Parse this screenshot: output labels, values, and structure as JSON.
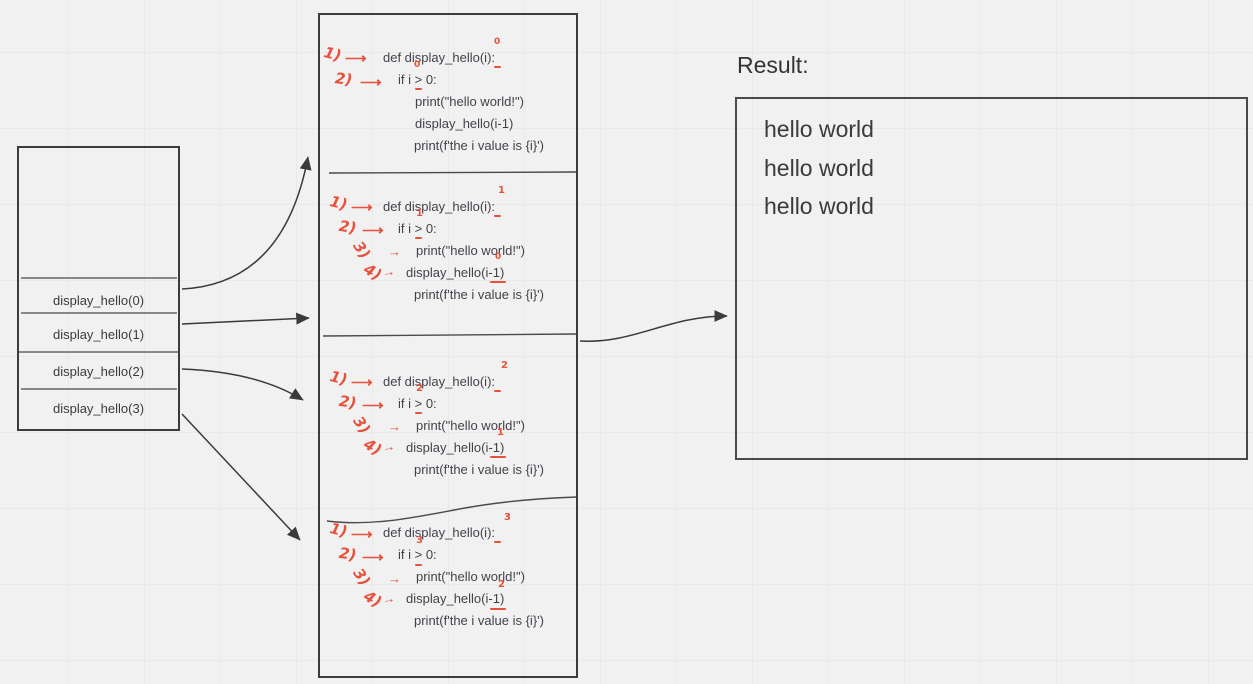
{
  "colors": {
    "background": "#f1f1f1",
    "grid_line": "#e9e9e9",
    "stroke": "#3a3a3a",
    "code_text": "#45414a",
    "annotation_red": "#e8513c"
  },
  "stack_box": {
    "items": [
      "display_hello(0)",
      "display_hello(1)",
      "display_hello(2)",
      "display_hello(3)"
    ]
  },
  "frames": [
    {
      "code": {
        "def_line": "def display_hello(i):",
        "if_line": "if i > 0:",
        "print_line": "print(\"hello world!\")",
        "call_line": "display_hello(i-1)",
        "printf_line": "print(f'the i value is {i}')"
      },
      "steps": {
        "s1": "1)",
        "s2": "2)"
      },
      "notes": {
        "def_i": "0",
        "if_i": "0"
      }
    },
    {
      "code": {
        "def_line": "def display_hello(i):",
        "if_line": "if i > 0:",
        "print_line": "print(\"hello world!\")",
        "call_line": "display_hello(i-1)",
        "printf_line": "print(f'the i value is {i}')"
      },
      "steps": {
        "s1": "1)",
        "s2": "2)",
        "s3": "3)",
        "s4": "4)"
      },
      "notes": {
        "def_i": "1",
        "if_i": "1",
        "call_i": "0"
      }
    },
    {
      "code": {
        "def_line": "def display_hello(i):",
        "if_line": "if i > 0:",
        "print_line": "print(\"hello world!\")",
        "call_line": "display_hello(i-1)",
        "printf_line": "print(f'the i value is {i}')"
      },
      "steps": {
        "s1": "1)",
        "s2": "2)",
        "s3": "3)",
        "s4": "4)"
      },
      "notes": {
        "def_i": "2",
        "if_i": "2",
        "call_i": "1"
      }
    },
    {
      "code": {
        "def_line": "def display_hello(i):",
        "if_line": "if i > 0:",
        "print_line": "print(\"hello world!\")",
        "call_line": "display_hello(i-1)",
        "printf_line": "print(f'the i value is {i}')"
      },
      "steps": {
        "s1": "1)",
        "s2": "2)",
        "s3": "3)",
        "s4": "4)"
      },
      "notes": {
        "def_i": "3",
        "if_i": "3",
        "call_i": "2"
      }
    }
  ],
  "icons": {
    "long_arrow": "⟶",
    "short_arrow": "→"
  },
  "result": {
    "label": "Result:",
    "lines": [
      "hello world",
      "hello world",
      "hello world"
    ]
  }
}
